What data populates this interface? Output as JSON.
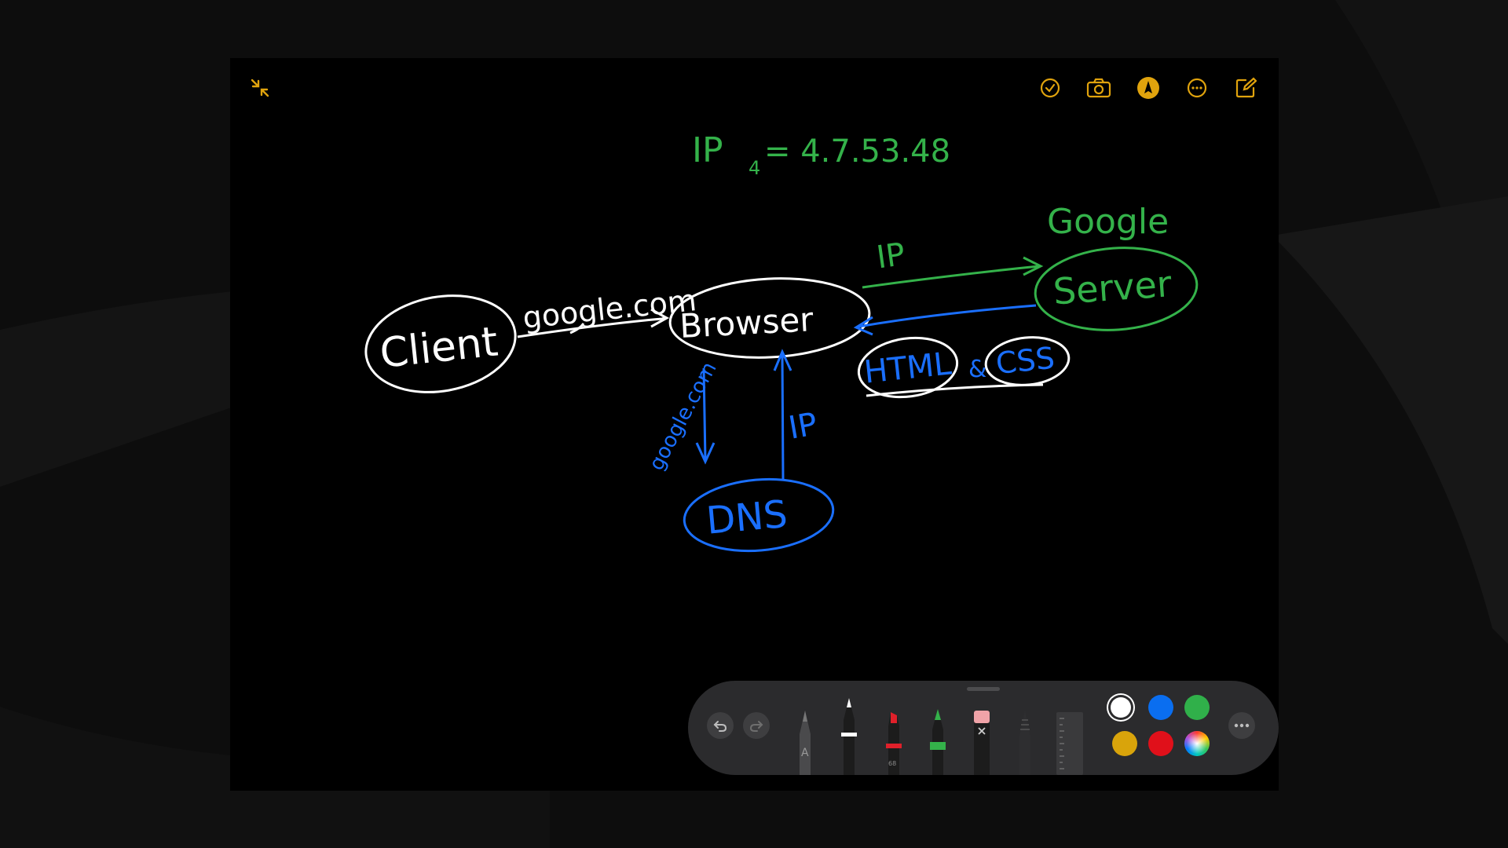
{
  "note": {
    "ip_equation": "IP",
    "ip_subscript": "4",
    "ip_value": "= 4.7.53.48",
    "client_label": "Client",
    "browser_label": "Browser",
    "google_label": "Google",
    "server_label": "Server",
    "dns_label": "DNS",
    "html_label": "HTML",
    "and_label": "&",
    "css_label": "CSS",
    "arrow_client_browser": "google.com",
    "arrow_browser_dns": "google.com",
    "arrow_dns_browser": "IP",
    "arrow_browser_server": "IP"
  },
  "colors": {
    "white_ink": "#ffffff",
    "blue_ink": "#1a6fff",
    "green_ink": "#34b24a",
    "accent_yellow": "#e0a30d",
    "toolbar_bg": "#2b2b2d"
  },
  "top_toolbar": {
    "icons": [
      "minimize-icon",
      "checklist-icon",
      "camera-icon",
      "markup-icon",
      "more-icon",
      "compose-icon"
    ]
  },
  "drawing_toolbar": {
    "tools": [
      "undo-icon",
      "redo-icon",
      "pencil-tool",
      "pen-tool",
      "marker-tool",
      "crayon-tool",
      "eraser-tool",
      "fountain-pen-tool",
      "ruler-tool"
    ],
    "marker_size_label": "68",
    "pencil_letter": "A",
    "selected_color": "white",
    "swatches": [
      "white",
      "blue",
      "green",
      "yellow",
      "red",
      "multicolor"
    ]
  }
}
